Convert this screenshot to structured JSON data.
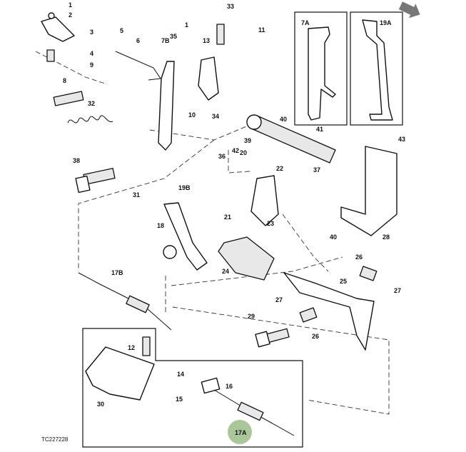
{
  "figure_id": "TC227228",
  "callouts": [
    "1",
    "2",
    "3",
    "4",
    "5",
    "6",
    "7B",
    "1",
    "35",
    "13",
    "33",
    "11",
    "8",
    "9",
    "10",
    "34",
    "32",
    "40",
    "41",
    "43",
    "36",
    "42",
    "39",
    "20",
    "38",
    "22",
    "37",
    "31",
    "19B",
    "21",
    "23",
    "18",
    "24",
    "40",
    "28",
    "17B",
    "26",
    "25",
    "27",
    "27",
    "29",
    "26",
    "12",
    "14",
    "16",
    "30",
    "15",
    "17A"
  ],
  "inset_labels": {
    "left": "7A",
    "right": "19A"
  },
  "highlight": "17A",
  "colors": {
    "highlight": "#a9c79a",
    "nav_arrow": "#777777"
  },
  "icons": {
    "nav": "next-arrow-icon"
  }
}
